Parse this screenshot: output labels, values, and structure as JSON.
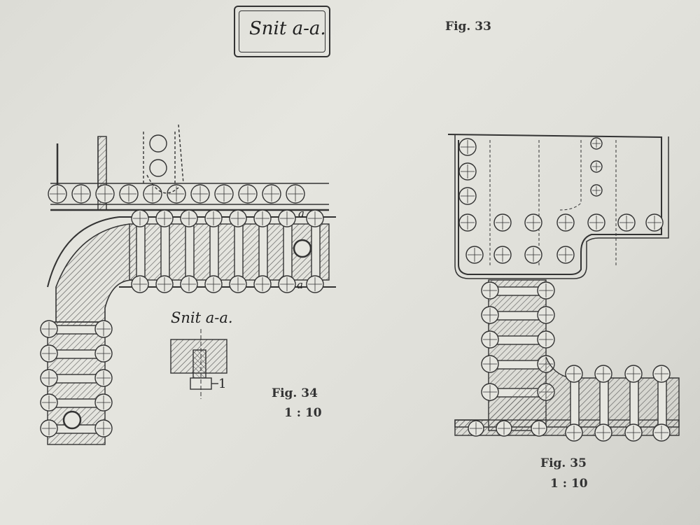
{
  "header": {
    "title_box_text": "Snit a-a.",
    "figure_33_label": "Fig. 33"
  },
  "figure_34": {
    "label": "Fig. 34",
    "scale": "1 : 10",
    "section_label": "Snit a-a.",
    "callout_number": "1",
    "cut_marker_top": "a",
    "cut_marker_bottom": "a"
  },
  "figure_35": {
    "label": "Fig. 35",
    "scale": "1 : 10"
  },
  "colors": {
    "paper": "#e2e2dc",
    "ink": "#2a2a2a"
  }
}
